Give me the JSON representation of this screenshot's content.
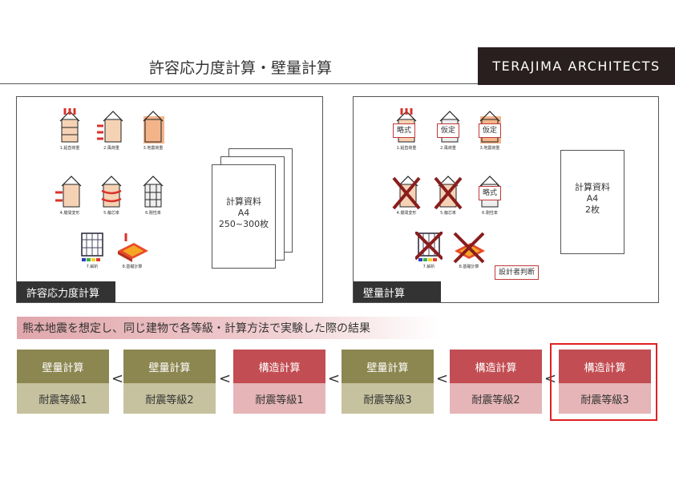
{
  "header": {
    "title": "許容応力度計算・壁量計算",
    "brand": "TERAJIMA ARCHITECTS"
  },
  "left_panel": {
    "tab": "許容応力度計算",
    "figures": [
      "1.鉛直荷重",
      "2.風荷重",
      "3.地震荷重",
      "4.層間変形",
      "5.偏芯率",
      "6.剛性率",
      "7.解析",
      "8.基礎計算"
    ],
    "doc_lines": [
      "計算資料",
      "A4",
      "250~300枚"
    ]
  },
  "right_panel": {
    "tab": "壁量計算",
    "figures": [
      "1.鉛直荷重",
      "2.風荷重",
      "3.地震荷重",
      "4.層間変形",
      "5.偏芯率",
      "6.剛性率",
      "7.解析",
      "8.基礎計算"
    ],
    "stamps": [
      "略式",
      "仮定",
      "仮定",
      "略式",
      "設計者判断"
    ],
    "doc_lines": [
      "計算資料",
      "A4",
      "2枚"
    ]
  },
  "banner": "熊本地震を想定し、同じ建物で各等級・計算方法で実験した際の結果",
  "comparison": [
    {
      "method": "壁量計算",
      "grade": "耐震等級1",
      "color": "olive"
    },
    {
      "method": "壁量計算",
      "grade": "耐震等級2",
      "color": "olive"
    },
    {
      "method": "構造計算",
      "grade": "耐震等級1",
      "color": "red"
    },
    {
      "method": "壁量計算",
      "grade": "耐震等級3",
      "color": "olive"
    },
    {
      "method": "構造計算",
      "grade": "耐震等級2",
      "color": "red"
    },
    {
      "method": "構造計算",
      "grade": "耐震等級3",
      "color": "red"
    }
  ],
  "separator": "<",
  "colors": {
    "olive_dark": "#8c8650",
    "olive_light": "#c6c29f",
    "red_dark": "#c24d52",
    "red_light": "#e6b5b7",
    "highlight": "#e02020"
  }
}
